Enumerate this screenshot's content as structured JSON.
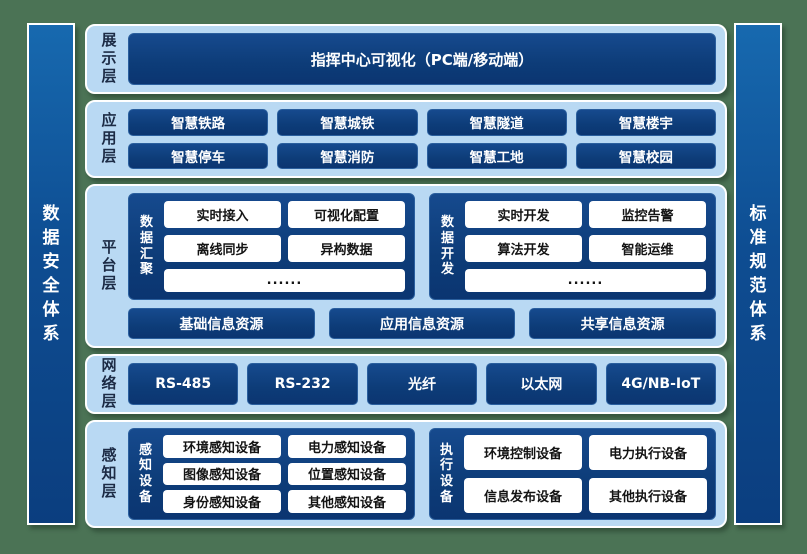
{
  "pillars": {
    "left": "数据安全体系",
    "right": "标准规范体系"
  },
  "layers": {
    "display": {
      "label": "展示层",
      "title": "指挥中心可视化（PC端/移动端）"
    },
    "application": {
      "label": "应用层",
      "items": [
        "智慧铁路",
        "智慧城铁",
        "智慧隧道",
        "智慧楼宇",
        "智慧停车",
        "智慧消防",
        "智慧工地",
        "智慧校园"
      ]
    },
    "platform": {
      "label": "平台层",
      "groups": [
        {
          "name": "数据汇聚",
          "items": [
            "实时接入",
            "可视化配置",
            "离线同步",
            "异构数据"
          ],
          "more": "......"
        },
        {
          "name": "数据开发",
          "items": [
            "实时开发",
            "监控告警",
            "算法开发",
            "智能运维"
          ],
          "more": "......"
        }
      ],
      "resources": [
        "基础信息资源",
        "应用信息资源",
        "共享信息资源"
      ]
    },
    "network": {
      "label": "网络层",
      "items": [
        "RS-485",
        "RS-232",
        "光纤",
        "以太网",
        "4G/NB-IoT"
      ]
    },
    "perception": {
      "label": "感知层",
      "groups": [
        {
          "name": "感知设备",
          "items": [
            "环境感知设备",
            "电力感知设备",
            "图像感知设备",
            "位置感知设备",
            "身份感知设备",
            "其他感知设备"
          ]
        },
        {
          "name": "执行设备",
          "items": [
            "环境控制设备",
            "电力执行设备",
            "信息发布设备",
            "其他执行设备"
          ]
        }
      ]
    }
  },
  "colors": {
    "background_green": "#4b7355",
    "panel_blue": "#b9d9f3",
    "box_navy": "#0d3c78",
    "pillar_blue_top": "#1769af",
    "pillar_blue_bottom": "#0b3e7f",
    "label_dark": "#1c2b45",
    "white": "#ffffff"
  }
}
